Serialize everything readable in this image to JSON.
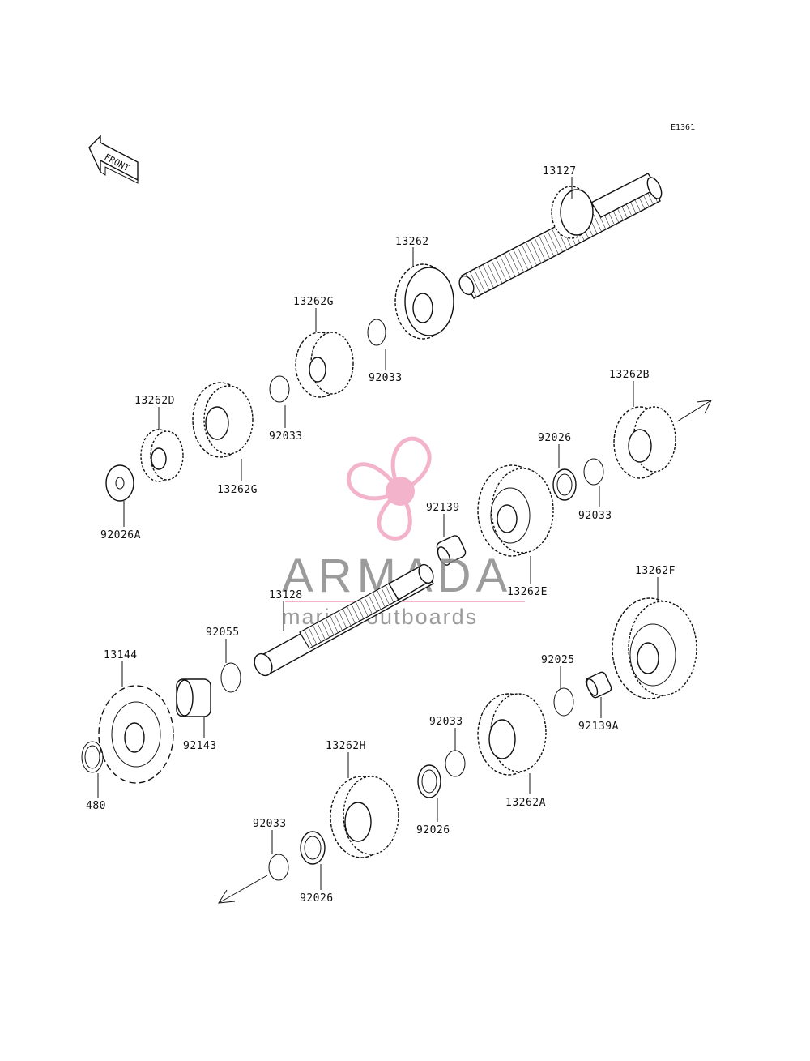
{
  "diagram_code": "E1361",
  "front_arrow": {
    "label": "FRONT",
    "icon": "front-arrow-icon"
  },
  "watermark": {
    "title": "ARMADA",
    "subtitle": "marine outboards",
    "logo_icon": "propeller-logo-icon",
    "pink": "#f2a7c3",
    "grey": "#8a8a8a"
  },
  "labels": {
    "p13127": "13127",
    "p13262": "13262",
    "p13262g_top": "13262G",
    "p92033_a": "92033",
    "p92033_b": "92033",
    "p13262d": "13262D",
    "p13262g_bottom": "13262G",
    "p92026a": "92026A",
    "p13262b": "13262B",
    "p92026_a": "92026",
    "p92033_c": "92033",
    "p92139": "92139",
    "p13262e": "13262E",
    "p13128": "13128",
    "p92055": "92055",
    "p13144": "13144",
    "p92143": "92143",
    "p480": "480",
    "p13262f": "13262F",
    "p92025": "92025",
    "p92139a": "92139A",
    "p92033_d": "92033",
    "p13262a": "13262A",
    "p13262h": "13262H",
    "p92026_b": "92026",
    "p92033_e": "92033",
    "p92026_c": "92026"
  }
}
